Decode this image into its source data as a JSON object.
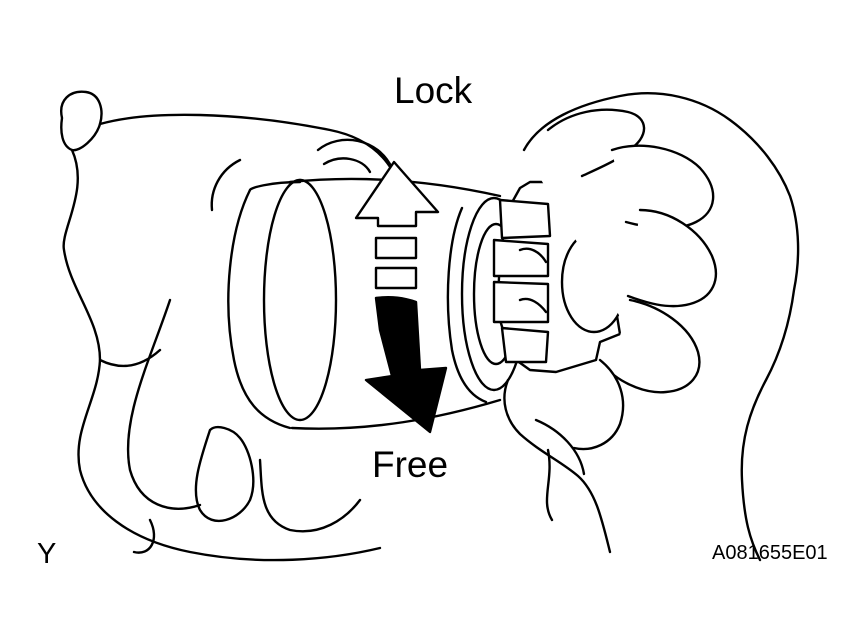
{
  "labels": {
    "lock": "Lock",
    "free": "Free",
    "view_letter": "Y",
    "figure_code": "A081655E01"
  },
  "colors": {
    "ink": "#000000",
    "paper": "#ffffff"
  },
  "icons": {
    "lock_arrow": "hollow-up-arrow-icon",
    "free_arrow": "solid-down-arrow-icon"
  }
}
